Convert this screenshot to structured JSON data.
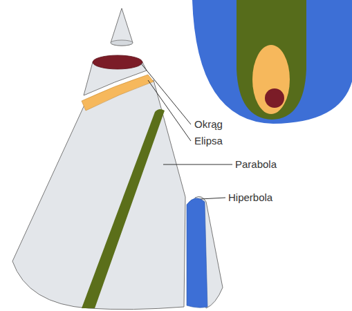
{
  "diagram": {
    "labels": [
      "Okrąg",
      "Elipsa",
      "Parabola",
      "Hiperbola"
    ]
  }
}
